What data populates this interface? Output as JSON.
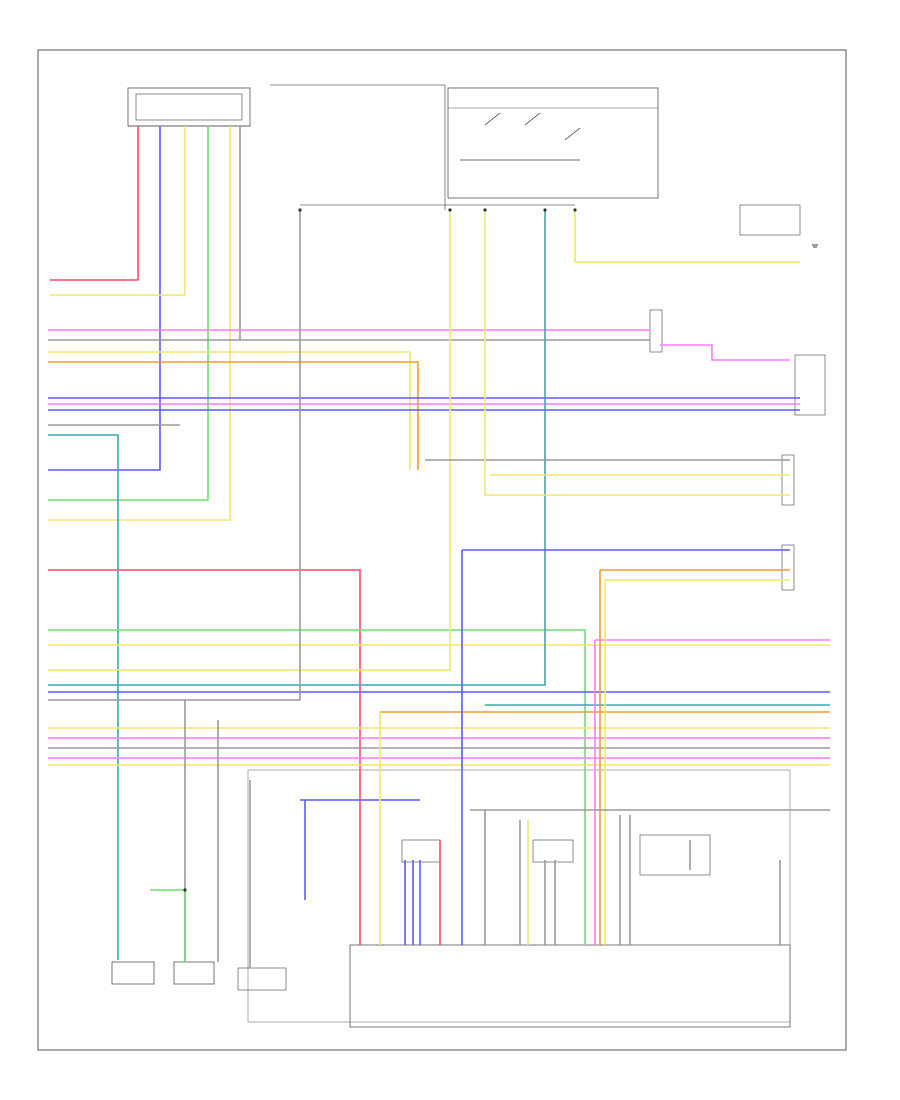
{
  "colors": {
    "background": "#ffffff",
    "wire_red": "#ff4a6a",
    "wire_pink": "#ff78ff",
    "wire_yellow": "#f2e86a",
    "wire_blue": "#5a5aff",
    "wire_teal": "#3aa6b8",
    "wire_green": "#6adf6a",
    "wire_orange": "#f59a30",
    "wire_gray": "#9a9a9a",
    "frame": "#555555",
    "text": "#333333"
  },
  "icons": [
    "ground-symbol",
    "switch-contact",
    "sensor-element"
  ],
  "labels": {
    "top_connector": "",
    "bottom_module": "",
    "corner_note": ""
  }
}
